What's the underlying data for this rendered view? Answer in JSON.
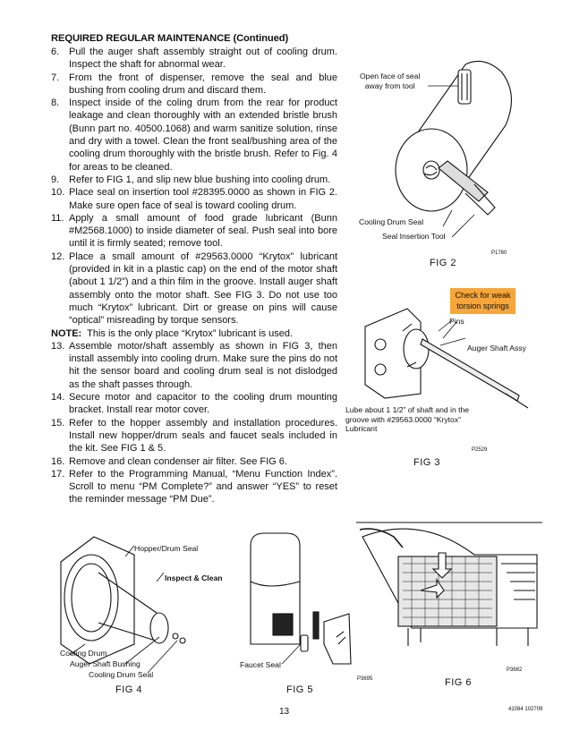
{
  "heading": "REQUIRED REGULAR MAINTENANCE (Continued)",
  "steps": [
    {
      "num": "6.",
      "text": "Pull the auger shaft assembly straight out of cooling drum. Inspect the shaft for abnormal wear."
    },
    {
      "num": "7.",
      "text": "From the front of dispenser, remove the seal and blue bushing from cooling drum and discard them."
    },
    {
      "num": "8.",
      "text": "Inspect inside of the coling drum from the rear for product leakage and clean thoroughly with an extended bristle brush (Bunn part no. 40500.1068) and warm sanitize solution, rinse and dry with a towel. Clean the front seal/bushing area of the cooling drum thoroughly with the bristle brush. Refer to Fig. 4 for areas to be cleaned."
    },
    {
      "num": "9.",
      "text": "Refer to FIG 1, and slip new blue bushing into cooling drum."
    },
    {
      "num": "10.",
      "text": "Place seal on insertion tool #28395.0000 as shown in FIG 2. Make sure open face of seal is toward cooling drum."
    },
    {
      "num": "11.",
      "text": "Apply a small amount of food grade lubricant (Bunn #M2568.1000) to inside diameter of seal. Push seal into bore until it is firmly seated; remove tool."
    },
    {
      "num": "12.",
      "text": "Place a small amount of #29563.0000 “Krytox” lubricant (provided in kit in a plastic cap) on the end of the motor shaft (about 1 1/2”) and a thin film in the groove. Install auger shaft assembly onto the motor shaft. See FIG 3. Do not use too much “Krytox” lubricant. Dirt or grease on pins will cause “optical” misreading by torque sensors."
    }
  ],
  "note": {
    "label": "NOTE:",
    "text": "This is the only place “Krytox” lubricant is used."
  },
  "steps2": [
    {
      "num": "13.",
      "text": "Assemble motor/shaft assembly as shown in FIG 3, then install assembly into cooling drum. Make sure the pins do not hit the sensor board and cooling drum seal is not dislodged as the shaft passes through."
    },
    {
      "num": "14.",
      "text": "Secure motor and capacitor to the cooling drum mounting bracket. Install rear motor cover."
    },
    {
      "num": "15.",
      "text": "Refer to the hopper assembly and installation procedures. Install new hopper/drum seals and faucet seals included in the kit. See FIG 1 & 5."
    },
    {
      "num": "16.",
      "text": "Remove and clean condenser air filter. See FIG 6."
    },
    {
      "num": "17.",
      "text": "Refer to the Programming Manual, “Menu Function Index”. Scroll to menu “PM Complete?” and answer “YES” to reset the reminder message “PM Due”."
    }
  ],
  "fig2": {
    "label_open_face": "Open face of seal\naway from tool",
    "label_cooling_drum_seal": "Cooling Drum Seal",
    "label_insertion_tool": "Seal Insertion Tool",
    "code": "P1760",
    "caption": "FIG  2"
  },
  "fig3": {
    "callout": "Check for weak torsion springs",
    "label_pins": "Pins",
    "label_auger": "Auger Shaft Assy",
    "label_lube": "Lube about 1 1/2” of shaft and in the groove with #29563.0000 “Krytox” Lubricant",
    "code": "P2529",
    "caption": "FIG  3"
  },
  "fig4": {
    "label_hopper_seal": "Hopper/Drum Seal",
    "label_inspect": "Inspect & Clean",
    "label_cooling_drum": "Cooling Drum",
    "label_bushing": "Auger Shaft Bushing",
    "label_drum_seal": "Cooling Drum Seal",
    "caption": "FIG  4"
  },
  "fig5": {
    "label_faucet_seal": "Faucet Seal",
    "caption": "FIG  5"
  },
  "fig6": {
    "code_left": "P3695",
    "code_right": "P3682",
    "caption": "FIG  6"
  },
  "footer": {
    "page": "13",
    "docnum": "41084 102709"
  }
}
